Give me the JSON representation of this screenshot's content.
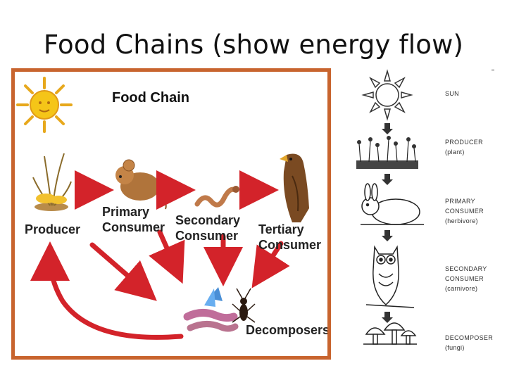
{
  "title": "Food Chains (show energy flow)",
  "left_diagram": {
    "heading": "Food Chain",
    "producer": "Producer",
    "primary": [
      "Primary",
      "Consumer"
    ],
    "secondary": [
      "Secondary",
      "Consumer"
    ],
    "tertiary": [
      "Tertiary",
      "Consumer"
    ],
    "decomposers": "Decomposers",
    "arrow_color": "#d3232a",
    "border_color": "#c8642e"
  },
  "right_diagram": {
    "sun": "SUN",
    "producer": [
      "PRODUCER",
      "(plant)"
    ],
    "primary": [
      "PRIMARY",
      "CONSUMER",
      "(herbivore)"
    ],
    "secondary": [
      "SECONDARY",
      "CONSUMER",
      "(carnivore)"
    ],
    "decomposer": [
      "DECOMPOSER",
      "(fungi)"
    ]
  }
}
